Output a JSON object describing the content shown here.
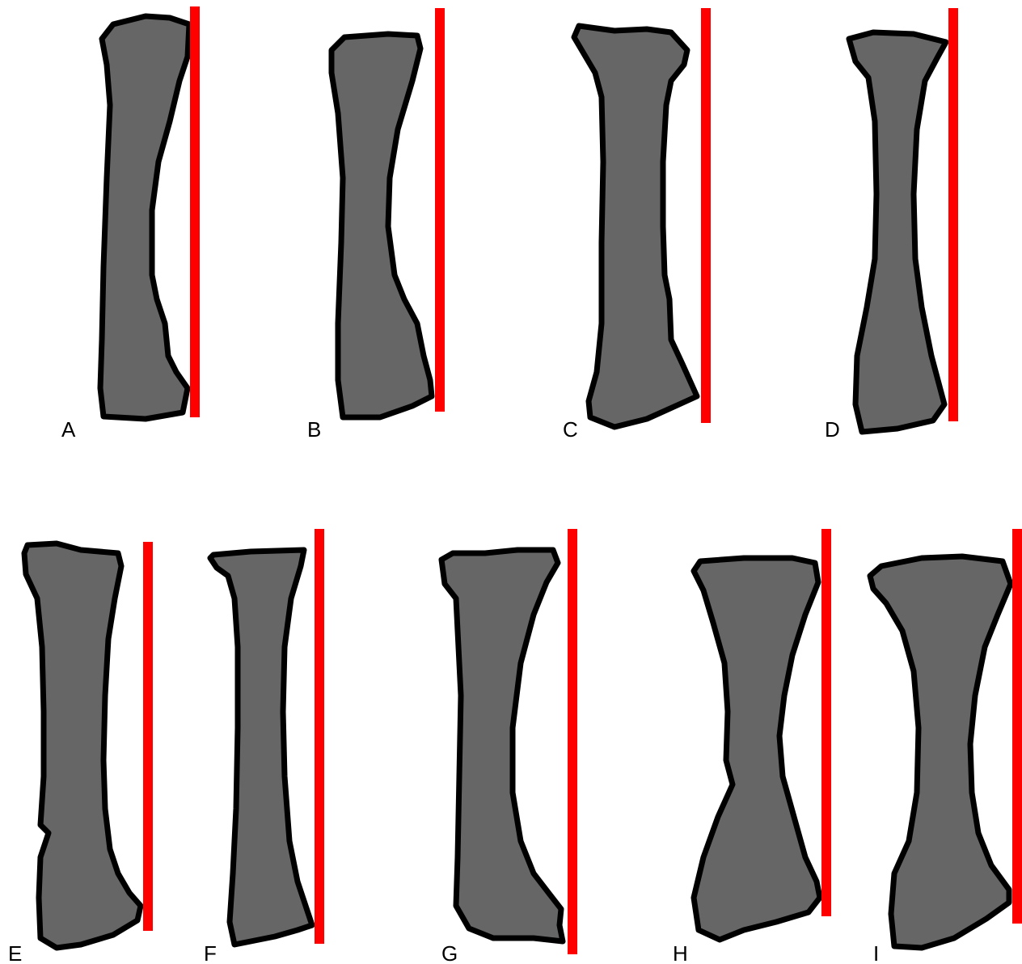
{
  "colors": {
    "bone_fill": "#666666",
    "bone_outline": "#000000",
    "reference_line": "#ff0000",
    "background": "#ffffff"
  },
  "panels": [
    {
      "label": "A"
    },
    {
      "label": "B"
    },
    {
      "label": "C"
    },
    {
      "label": "D"
    },
    {
      "label": "E"
    },
    {
      "label": "F"
    },
    {
      "label": "G"
    },
    {
      "label": "H"
    },
    {
      "label": "I"
    }
  ]
}
